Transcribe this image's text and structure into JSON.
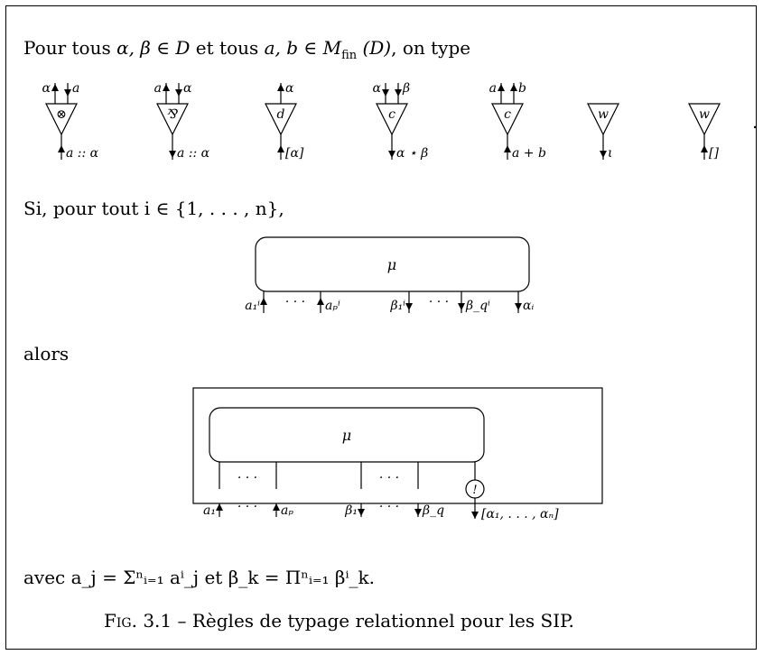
{
  "intro": {
    "pre": "Pour tous ",
    "vars1": "α, β ∈ ",
    "setD": "D",
    "mid": " et tous ",
    "vars2": "a, b ∈ ",
    "setM": "M",
    "sub": "fin",
    "paren": " (D)",
    "post": ", on type"
  },
  "cells": [
    {
      "symbol": "⊗",
      "in1": "α",
      "in2": "a",
      "out": "a :: α",
      "dir_in1": "up",
      "dir_in2": "down",
      "dir_out": "up"
    },
    {
      "symbol": "⅋",
      "in1": "a",
      "in2": "α",
      "out": "a :: α",
      "dir_in1": "up",
      "dir_in2": "down",
      "dir_out": "down"
    },
    {
      "symbol": "d",
      "in1": "",
      "in2": "α",
      "out": "[α]",
      "dir_in2": "up",
      "dir_out": "up"
    },
    {
      "symbol": "c",
      "in1": "α",
      "in2": "β",
      "out": "α ⋆ β",
      "dir_in1": "down",
      "dir_in2": "down",
      "dir_out": "down"
    },
    {
      "symbol": "c",
      "in1": "a",
      "in2": "b",
      "out": "a + b",
      "dir_in1": "up",
      "dir_in2": "up",
      "dir_out": "up"
    },
    {
      "symbol": "w",
      "in1": "",
      "in2": "",
      "out": "ι",
      "dir_out": "down"
    },
    {
      "symbol": "w",
      "in1": "",
      "in2": "",
      "out": "[]",
      "dir_out": "up"
    }
  ],
  "period": ".",
  "si_line": "Si, pour tout i ∈ {1, . . . , n},",
  "box1": {
    "label": "μ",
    "ports": [
      "a₁ⁱ",
      "· · ·",
      "aₚⁱ",
      "β₁ⁱ",
      "· · ·",
      "β_qⁱ",
      "αᵢ"
    ]
  },
  "alors": "alors",
  "box2": {
    "label": "μ",
    "dots": "· · ·",
    "bang": "!",
    "ports": [
      "a₁",
      "· · ·",
      "aₚ",
      "β₁",
      "· · ·",
      "β_q"
    ],
    "out_label": "[α₁, . . . , αₙ]"
  },
  "avec": {
    "text": "avec a_j = Σⁿᵢ₌₁ aⁱ_j et β_k = Πⁿᵢ₌₁ βⁱ_k."
  },
  "caption": {
    "fig": "Fig.",
    "num": "3.1",
    "dash": "–",
    "title": "Règles de typage relationnel pour les SIP."
  }
}
